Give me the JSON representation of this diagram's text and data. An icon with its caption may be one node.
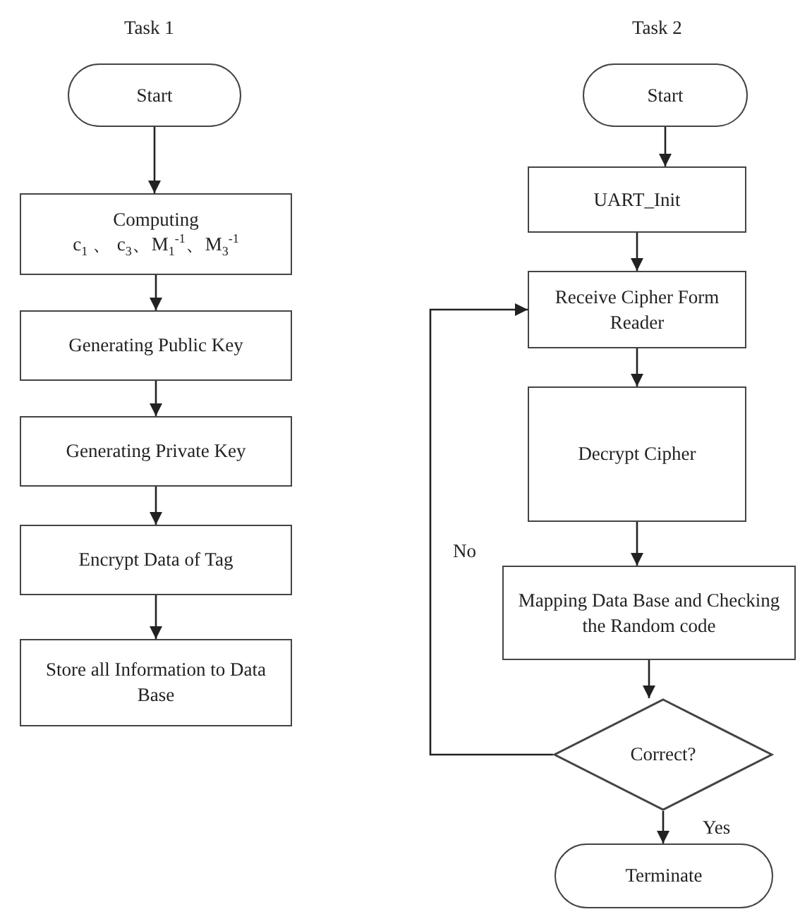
{
  "diagram": {
    "nodes": [
      {
        "text": [
          "Start"
        ]
      },
      {
        "text": [
          "Computing",
          "c$_{1}$ 、 c$_{3}$、M$_{1}$$^{-1}$、M$_{3}$$^{-1}$"
        ]
      },
      {
        "text": [
          "Generating Public Key"
        ]
      },
      {
        "text": [
          "Generating Private Key"
        ]
      },
      {
        "text": [
          "Encrypt Data of Tag"
        ]
      },
      {
        "text": [
          "Store all Information to Data Base"
        ]
      },
      {
        "text": [
          "Start"
        ]
      },
      {
        "text": [
          "UART_Init"
        ]
      },
      {
        "text": [
          "Receive Cipher Form Reader"
        ]
      },
      {
        "text": [
          "Decrypt Cipher"
        ]
      },
      {
        "text": [
          "Mapping Data Base and Checking the Random code"
        ]
      },
      {
        "text": [
          "Correct?"
        ]
      },
      {
        "text": [
          "Terminate"
        ]
      }
    ],
    "edges": [
      {
        "from": 0,
        "to": 1,
        "arrow": "to"
      },
      {
        "from": 1,
        "to": 2,
        "arrow": "to"
      },
      {
        "from": 2,
        "to": 3,
        "arrow": "to"
      },
      {
        "from": 3,
        "to": 4,
        "arrow": "to"
      },
      {
        "from": 4,
        "to": 5,
        "arrow": "to"
      },
      {
        "from": 6,
        "to": 7,
        "arrow": "to"
      },
      {
        "from": 7,
        "to": 8,
        "arrow": "to"
      },
      {
        "from": 8,
        "to": 9,
        "arrow": "to"
      },
      {
        "from": 9,
        "to": 10,
        "arrow": "to"
      },
      {
        "from": 10,
        "to": 11,
        "arrow": "to"
      },
      {
        "from": 11,
        "to": 12,
        "label": "Yes",
        "arrow": "to"
      },
      {
        "from": 11,
        "to": 8,
        "label": "No",
        "arrow": "to"
      }
    ],
    "labels": [
      "Task 1",
      "Task 2"
    ]
  }
}
